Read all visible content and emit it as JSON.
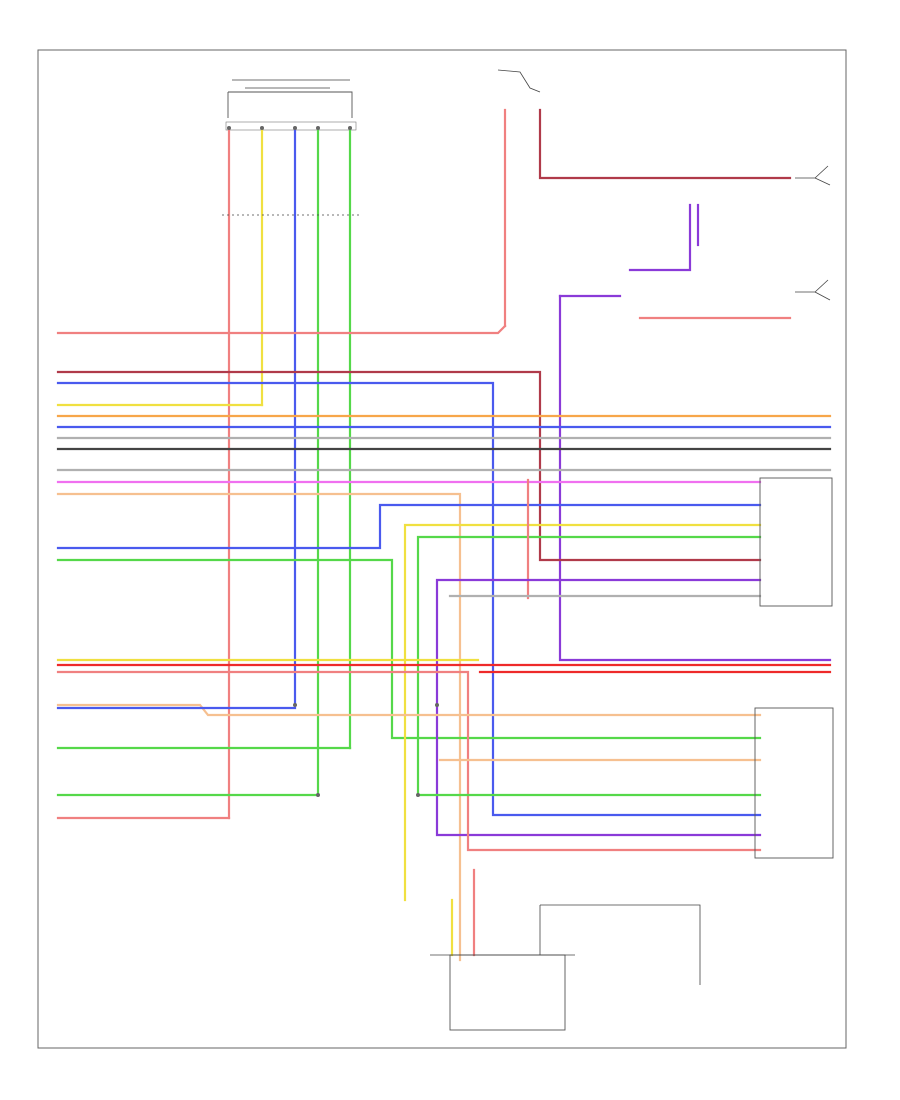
{
  "diagram": {
    "page_code": "",
    "colors": {
      "pink": "#f08080",
      "red": "#ee2a2a",
      "dark_red": "#b03a4a",
      "yellow": "#f0e040",
      "orange": "#f7a64a",
      "green": "#55d84a",
      "blue": "#4a5aee",
      "violet": "#8a3ad8",
      "gray": "#b0b0b0",
      "magenta": "#f070f0",
      "peach": "#f6c090",
      "black": "#222222"
    },
    "wires": [
      {
        "id": "w-a",
        "color": "pink"
      },
      {
        "id": "w-b",
        "color": "dark_red"
      },
      {
        "id": "w-c",
        "color": "blue"
      },
      {
        "id": "w-d",
        "color": "yellow"
      },
      {
        "id": "w-e",
        "color": "orange"
      },
      {
        "id": "w-f",
        "color": "blue"
      },
      {
        "id": "w-g",
        "color": "gray"
      },
      {
        "id": "w-h",
        "color": "magenta"
      },
      {
        "id": "w-i",
        "color": "green"
      },
      {
        "id": "w-j",
        "color": "red"
      }
    ]
  }
}
